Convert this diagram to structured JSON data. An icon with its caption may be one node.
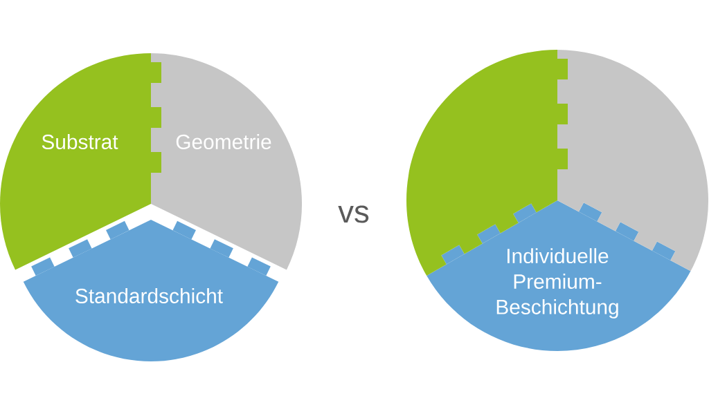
{
  "diagram": {
    "nodes": [
      {
        "text": [
          "Substrat"
        ]
      },
      {
        "text": [
          "Geometrie"
        ]
      },
      {
        "text": [
          "Standardschicht"
        ]
      },
      {
        "text": [],
        "shape": "sector"
      },
      {
        "text": [],
        "shape": "sector"
      },
      {
        "text": [
          "Individuelle Premium-Beschichtung"
        ]
      }
    ],
    "labels": [
      "vs"
    ]
  }
}
